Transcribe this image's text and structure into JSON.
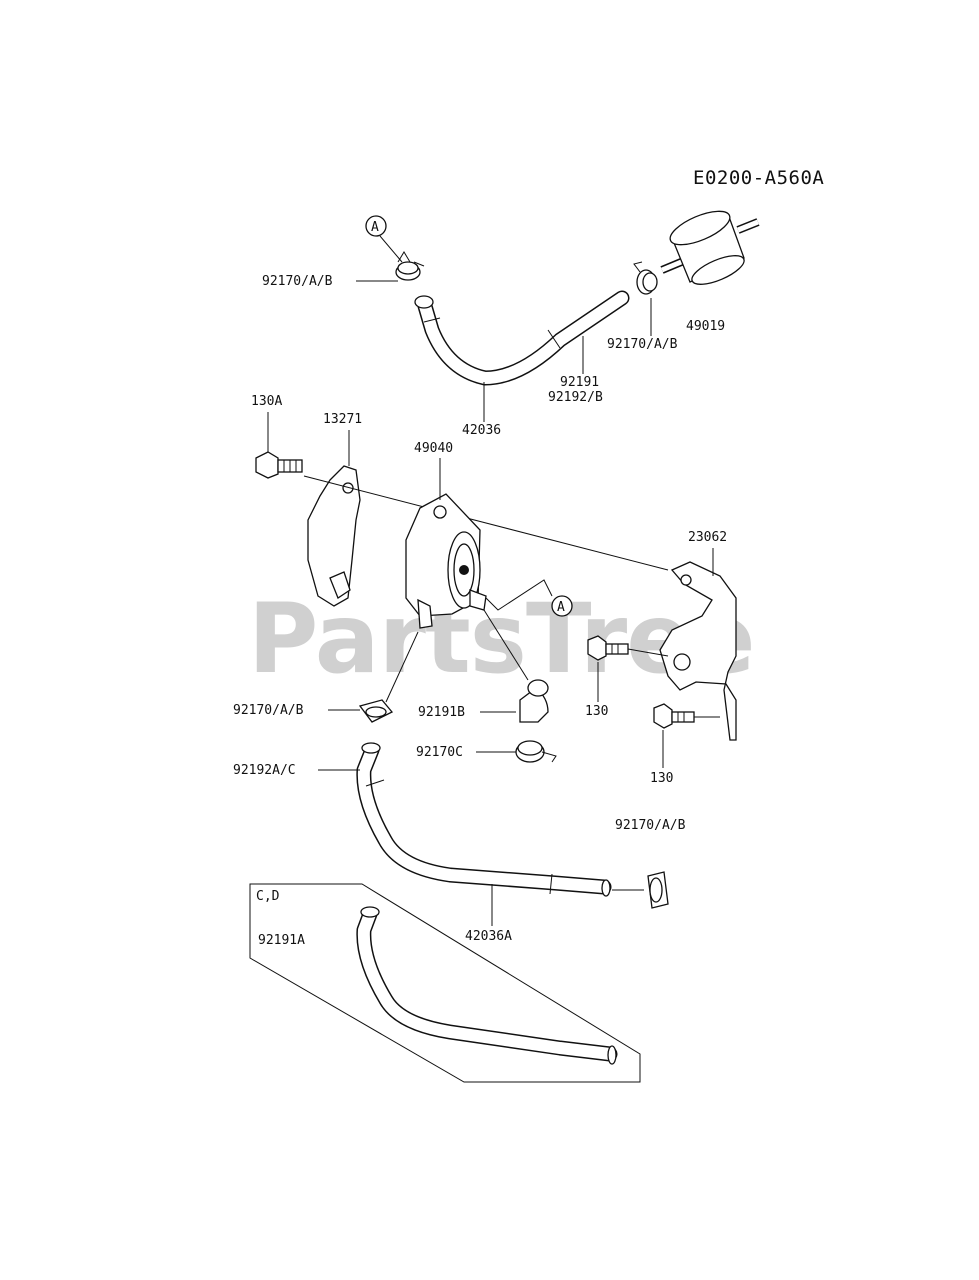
{
  "diagram_code": "E0200-A560A",
  "watermark": "PartsTree",
  "callout_letter": "A",
  "inset": {
    "variant": "C,D",
    "part": "92191A"
  },
  "labels": {
    "clamp_top_left": "92170/A/B",
    "clamp_top_right": "92170/A/B",
    "fuel_filter": "49019",
    "hose_top": "42036",
    "hose_top_sub_1": "92191",
    "hose_top_sub_2": "92192/B",
    "bolt_130A": "130A",
    "bracket_13271": "13271",
    "fuel_pump": "49040",
    "bracket_23062": "23062",
    "bolt_130_upper": "130",
    "bolt_130_lower": "130",
    "clamp_pump": "92170/A/B",
    "hose_92191B": "92191B",
    "clamp_92170C": "92170C",
    "hose_92192AC": "92192A/C",
    "clamp_lower_right": "92170/A/B",
    "hose_42036A": "42036A"
  }
}
